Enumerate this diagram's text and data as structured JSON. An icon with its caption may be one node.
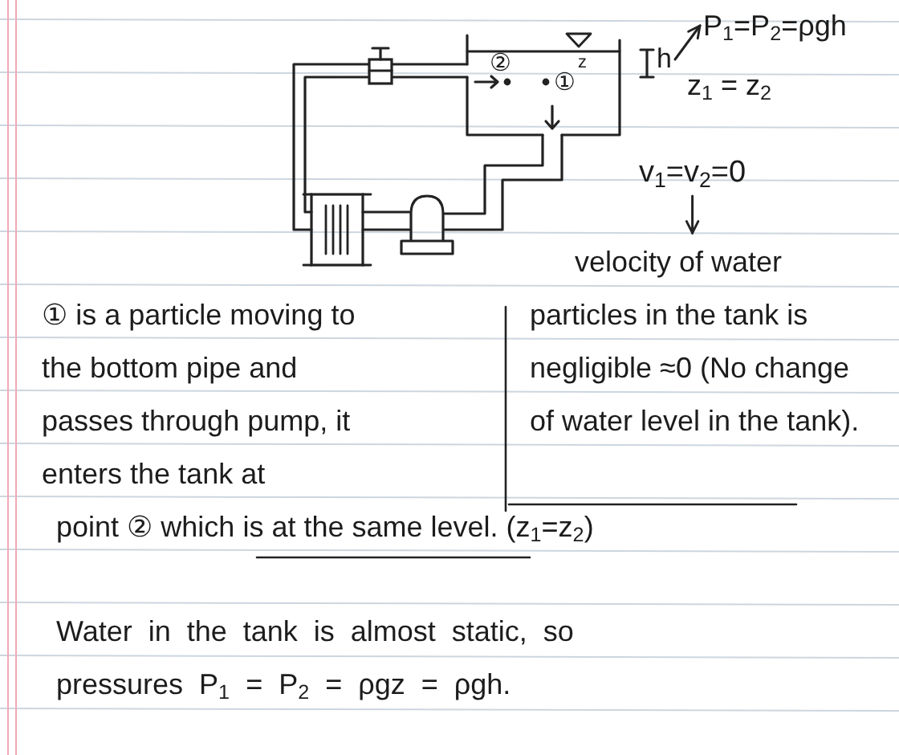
{
  "diagram": {
    "nodes": [
      {
        "text": [
          "P$_{1}$=P$_{2}$=ρgh"
        ]
      },
      {
        "text": [
          "h"
        ]
      },
      {
        "text": [
          "v$_{1}$=v$_{2}$=0"
        ]
      },
      {
        "text": [
          "velocity of water particles in the tank is negligible ≈0 (No change of water level in the tank)."
        ]
      }
    ],
    "edges": [
      {
        "from": 1,
        "to": 0,
        "arrow": "to"
      },
      {
        "from": 2,
        "to": 3,
        "arrow": "to"
      }
    ],
    "labels": [
      "z",
      "②",
      "①",
      "z$_{1}$ = z$_{2}$",
      "① is a particle moving to the bottom pipe and passes through pump, it enters the tank at",
      "point ② which is at the same level. (z$_{1}$=z$_{2}$)",
      "Water in the tank is almost static, so pressures P$_{1}$ = P$_{2}$ = ρgz = ρgh."
    ]
  }
}
